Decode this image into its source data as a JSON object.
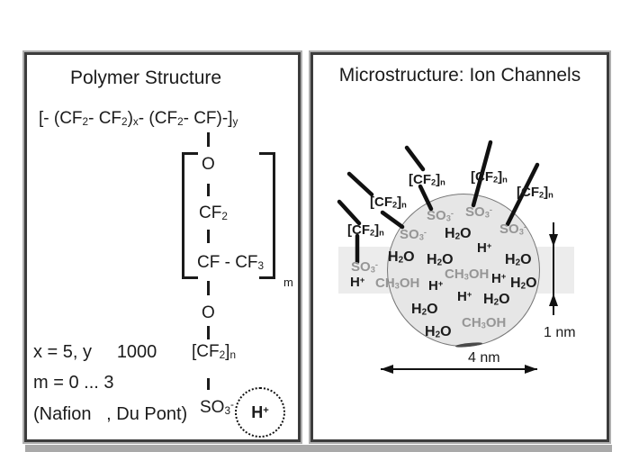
{
  "colors": {
    "text_black": "#1b1b1b",
    "gray_text": "#969696",
    "panel_border": "#3c3c3c",
    "panel_shadow": "#aeaeae",
    "circle_fill": "#e6e6e6",
    "band_fill": "#ececec",
    "line_black": "#111111",
    "strip": "#a9a9a9"
  },
  "left_panel": {
    "title": "Polymer Structure",
    "formula": [
      {
        "v": "[- (CF"
      },
      {
        "v": "2",
        "s": 1
      },
      {
        "v": "- CF"
      },
      {
        "v": "2",
        "s": 1
      },
      {
        "v": ")"
      },
      {
        "v": "x",
        "s": 1
      },
      {
        "v": "- (CF"
      },
      {
        "v": "2",
        "s": 1
      },
      {
        "v": "- CF)-]"
      },
      {
        "v": "y",
        "s": 1
      }
    ],
    "bracket_subscript": "m",
    "chain": {
      "o": "O",
      "cf2": [
        {
          "v": "CF"
        },
        {
          "v": "2",
          "s": 1
        }
      ],
      "cf_cf3": [
        {
          "v": "CF - CF"
        },
        {
          "v": "3",
          "s": 1
        }
      ],
      "cf2n": [
        {
          "v": "[CF"
        },
        {
          "v": "2",
          "s": 1
        },
        {
          "v": "]"
        },
        {
          "v": "n",
          "s": 1
        }
      ],
      "so3": [
        {
          "v": "SO"
        },
        {
          "v": "3",
          "s": 1
        },
        {
          "v": "-",
          "p": 1
        }
      ],
      "h_plus": [
        {
          "v": "H"
        },
        {
          "v": "+",
          "p": 1
        }
      ]
    },
    "notes": {
      "line1": "x = 5, y     1000",
      "line2": "m = 0 ... 3",
      "line3": "(Nafion   , Du Pont)"
    }
  },
  "right_panel": {
    "title": "Microstructure: Ion Channels",
    "labels": {
      "cf2n": [
        {
          "v": "[CF"
        },
        {
          "v": "2",
          "s": 1
        },
        {
          "v": "]"
        },
        {
          "v": "n",
          "s": 1
        }
      ],
      "so3": [
        {
          "v": "SO"
        },
        {
          "v": "3",
          "s": 1
        },
        {
          "v": "-",
          "p": 1
        }
      ],
      "h2o": [
        {
          "v": "H"
        },
        {
          "v": "2",
          "s": 1
        },
        {
          "v": "O"
        }
      ],
      "h_plus": [
        {
          "v": "H"
        },
        {
          "v": "+",
          "p": 1
        }
      ],
      "ch3oh": [
        {
          "v": "CH"
        },
        {
          "v": "3",
          "s": 1
        },
        {
          "v": "OH"
        }
      ]
    },
    "dimensions": {
      "channel_height": "1 nm",
      "cluster_diameter": "4 nm"
    }
  }
}
